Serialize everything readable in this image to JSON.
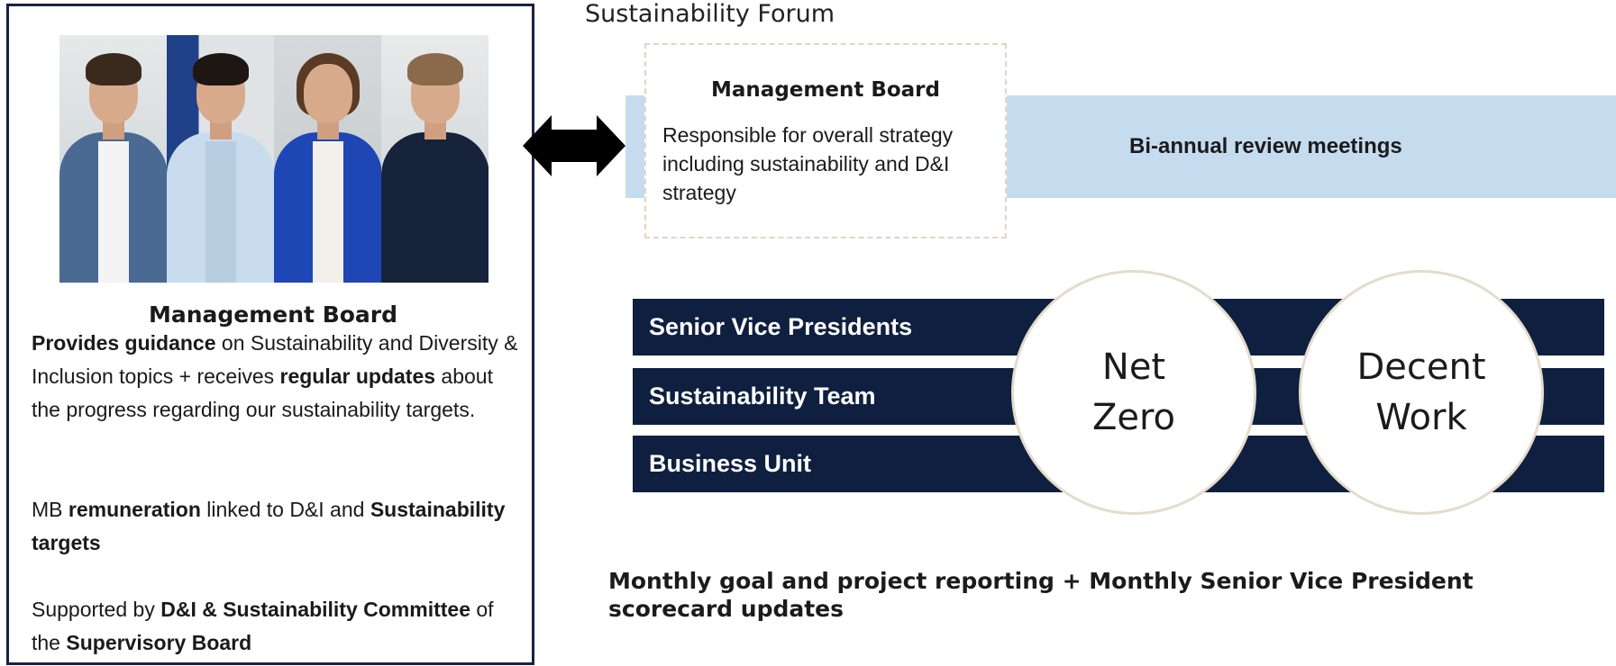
{
  "left_panel": {
    "title": "Management Board",
    "para1": [
      {
        "text": "Provides guidance",
        "bold": true
      },
      {
        "text": " on Sustainability and Diversity & Inclusion topics + receives ",
        "bold": false
      },
      {
        "text": "regular updates",
        "bold": true
      },
      {
        "text": " about the progress regarding our sustainability targets.",
        "bold": false
      }
    ],
    "para2": [
      {
        "text": "MB ",
        "bold": false
      },
      {
        "text": "remuneration",
        "bold": true
      },
      {
        "text": " linked to D&I and ",
        "bold": false
      },
      {
        "text": "Sustainability targets",
        "bold": true
      }
    ],
    "para3": [
      {
        "text": "Supported by ",
        "bold": false
      },
      {
        "text": "D&I & Sustainability Committee",
        "bold": true
      },
      {
        "text": " of the ",
        "bold": false
      },
      {
        "text": "Supervisory Board",
        "bold": true
      }
    ]
  },
  "forum": {
    "title": "Sustainability Forum",
    "box_title": "Management Board",
    "box_text": "Responsible for overall strategy including sustainability and D&I strategy",
    "band_label": "Bi-annual review meetings"
  },
  "bars": [
    "Senior Vice Presidents",
    "Sustainability Team",
    "Business Unit"
  ],
  "circles": [
    {
      "line1": "Net",
      "line2": "Zero"
    },
    {
      "line1": "Decent",
      "line2": "Work"
    }
  ],
  "bottom_text": "Monthly goal and project reporting + Monthly Senior Vice President  scorecard updates",
  "colors": {
    "navy": "#0f1f3f",
    "light_blue": "#c5dcef",
    "beige_border": "#e5dccb"
  }
}
